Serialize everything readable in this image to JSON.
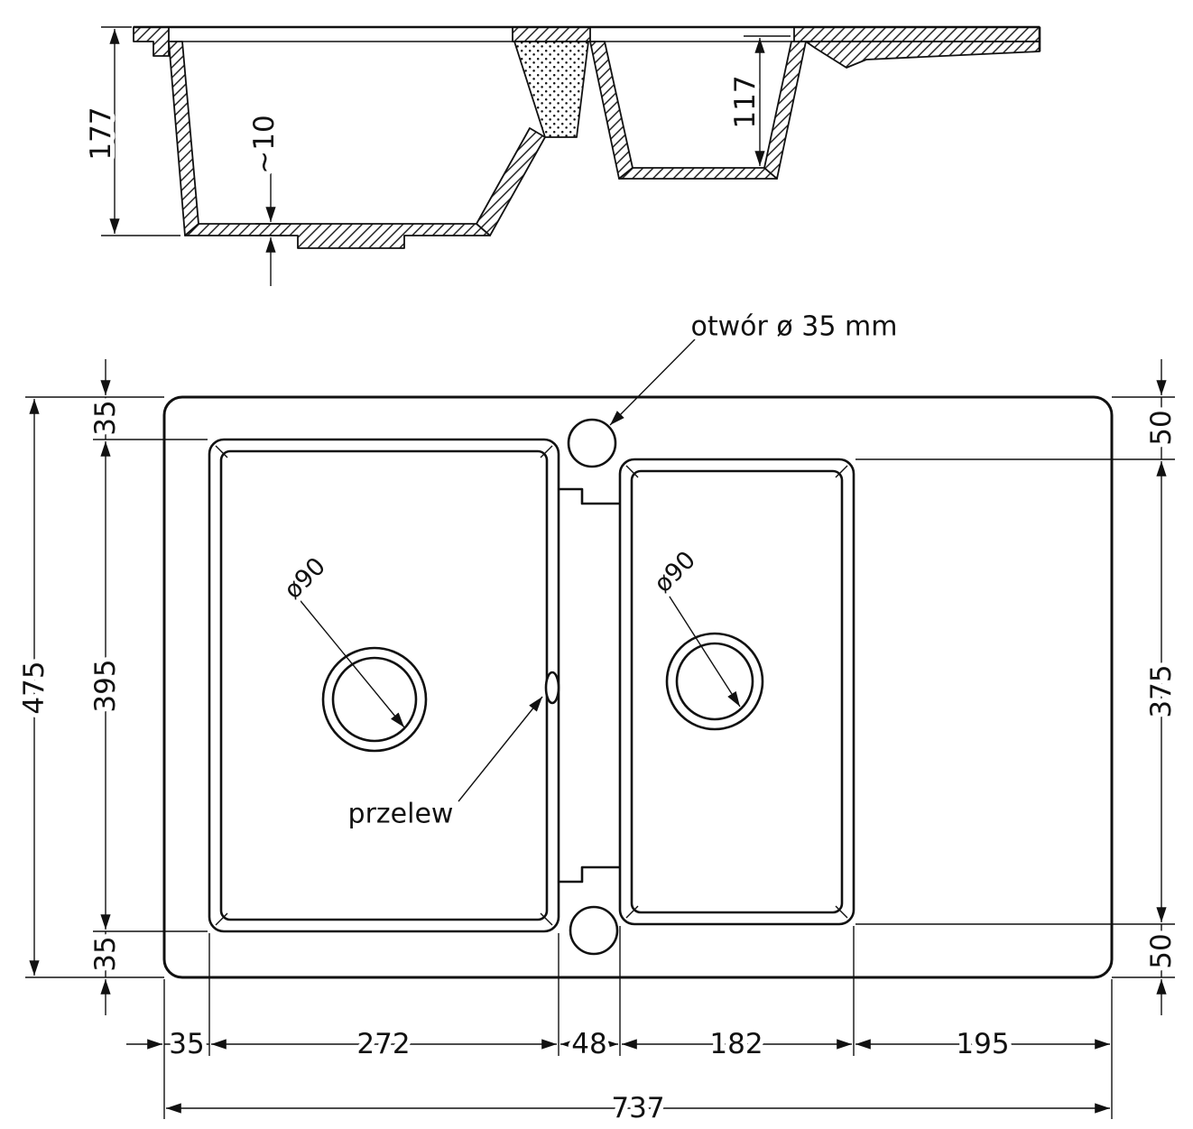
{
  "section": {
    "depth_total": "177",
    "floor_offset": "~10",
    "depth_right": "117"
  },
  "plan": {
    "hole_note": "otwór ø 35 mm",
    "overflow_label": "przelew",
    "drain_left": "ø90",
    "drain_right": "ø90",
    "total_height": "475",
    "margin_top": "35",
    "basin_height": "395",
    "margin_bottom": "35",
    "right_top": "50",
    "right_basin_height": "375",
    "right_bottom": "50",
    "seg_margin": "35",
    "seg_basin1": "272",
    "seg_gap": "48",
    "seg_basin2": "182",
    "seg_drainer": "195",
    "total_width": "737"
  },
  "colors": {
    "line": "#111111",
    "background": "#ffffff"
  }
}
